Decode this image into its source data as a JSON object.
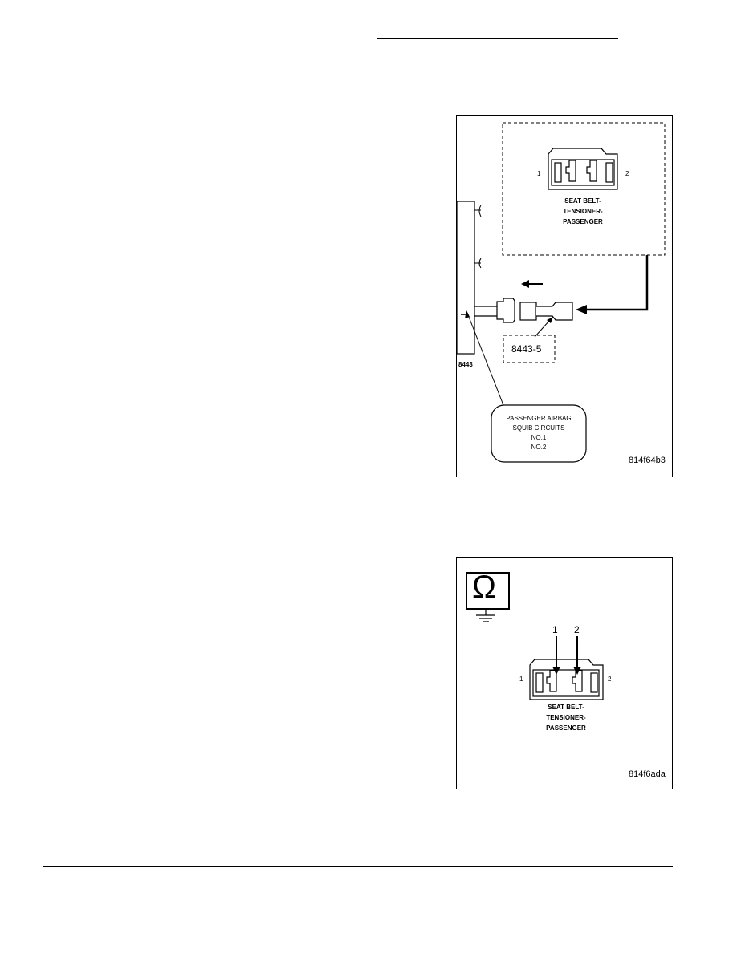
{
  "figure1": {
    "connector_label_lines": [
      "SEAT BELT-",
      "TENSIONER-",
      "PASSENGER"
    ],
    "pin_left": "1",
    "pin_right": "2",
    "tool_label": "8443-5",
    "fixture_label": "8443",
    "callout_lines": [
      "PASSENGER AIRBAG",
      "SQUIB CIRCUITS",
      "NO.1",
      "NO.2"
    ],
    "figure_id": "814f64b3"
  },
  "figure2": {
    "probe_left": "1",
    "probe_right": "2",
    "pin_left": "1",
    "pin_right": "2",
    "connector_label_lines": [
      "SEAT BELT-",
      "TENSIONER-",
      "PASSENGER"
    ],
    "meter_symbol": "Ω",
    "figure_id": "814f6ada"
  }
}
